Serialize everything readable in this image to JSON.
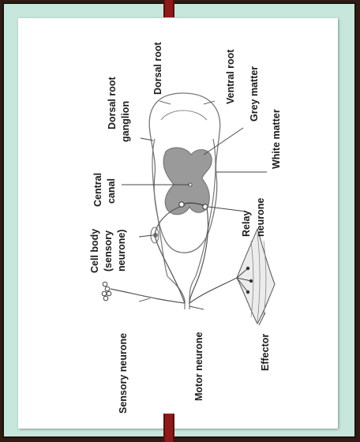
{
  "labels": {
    "dorsal_root": "Dorsal root",
    "ventral_root": "Ventral root",
    "dorsal_root_ganglion_1": "Dorsal root",
    "dorsal_root_ganglion_2": "ganglion",
    "grey_matter": "Grey matter",
    "white_matter": "White matter",
    "central_canal_1": "Central",
    "central_canal_2": "canal",
    "relay_neurone_1": "Relay",
    "relay_neurone_2": "neurone",
    "cell_body_1": "Cell body",
    "cell_body_2": "(sensory",
    "cell_body_3": "neurone)",
    "sensory_neurone": "Sensory neurone",
    "motor_neurone": "Motor neurone",
    "effector": "Effector"
  },
  "colors": {
    "background": "#2f1d14",
    "frame": "#c7e6dc",
    "card": "#ffffff",
    "divider": "#8e1a1a",
    "grey_matter": "#9a9a9a",
    "line": "#555555"
  }
}
